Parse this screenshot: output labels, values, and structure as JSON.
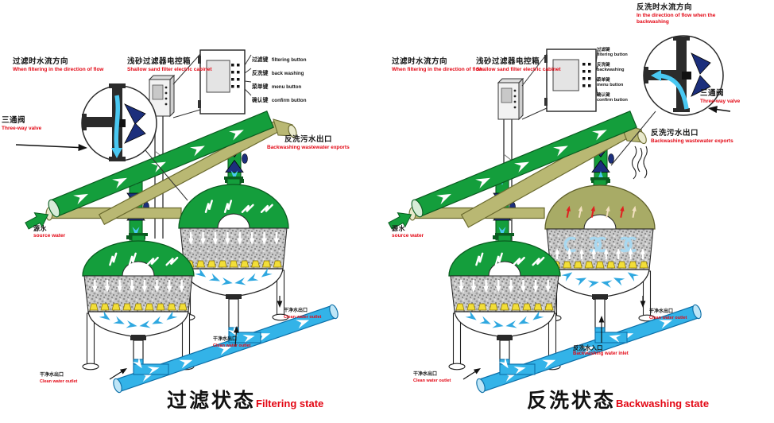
{
  "colors": {
    "pipe_green": "#149e3c",
    "pipe_green_dark": "#0a5c20",
    "pipe_green_light": "#d8ecd8",
    "pipe_olive": "#b9b873",
    "pipe_olive_dark": "#6b6b2f",
    "pipe_olive_light": "#e9e9cc",
    "pipe_blue": "#33b3e8",
    "pipe_blue_dark": "#0c6fa8",
    "pipe_blue_light": "#bfe6f7",
    "valve_navy": "#1c2f7c",
    "arrow_cyan": "#49c8f2",
    "bowl_arrow_blue": "#2fa8e0",
    "media_base": "#c9c9c9",
    "nozzle_yellow": "#f2de38",
    "nozzle_edge": "#8a7400",
    "backwash_dome": "#a8ab66",
    "backwash_dome_dark": "#5f5f2a",
    "backwash_arrow_red": "#e02020",
    "backwash_arrow_cream": "#f2e0c0",
    "swirl_blue": "#a8d8f0",
    "text_black": "#151515",
    "text_red": "#e30613",
    "line_black": "#222222",
    "steel": "#f2f2f2"
  },
  "panels": [
    {
      "name": "filtering",
      "caption": {
        "zh": "过滤状态",
        "en": "Filtering state"
      },
      "labels": {
        "flow_direction": {
          "zh": "过滤时水流方向",
          "en": "When filtering in the direction of flow"
        },
        "cabinet": {
          "zh": "浅砂过滤器电控箱",
          "en": "Shallow sand filter electric cabinet"
        },
        "three_way_valve": {
          "zh": "三通阀",
          "en": "Three-way valve"
        },
        "backwash_wastewater_outlet": {
          "zh": "反洗污水出口",
          "en": "Backwashing wastewater exports"
        },
        "source_water": {
          "zh": "源水",
          "en": "source water"
        },
        "clean_water_outlet_left": {
          "zh": "干净水出口",
          "en": "Clean water outlet"
        },
        "clean_water_outlet_mid": {
          "zh": "干净水出口",
          "en": "Clean water outlet"
        },
        "clean_water_outlet_right": {
          "zh": "干净水出口",
          "en": "Clean water outlet"
        }
      },
      "control_buttons": [
        {
          "zh": "过滤键",
          "en": "filtering button"
        },
        {
          "zh": "反洗键",
          "en": "back washing"
        },
        {
          "zh": "菜单键",
          "en": "menu button"
        },
        {
          "zh": "确认键",
          "en": "confirm button"
        }
      ]
    },
    {
      "name": "backwashing",
      "caption": {
        "zh": "反洗状态",
        "en": "Backwashing state"
      },
      "labels": {
        "flow_direction": {
          "zh": "过滤时水流方向",
          "en": "When filtering in the direction of flow"
        },
        "backwash_flow_direction": {
          "zh": "反洗时水流方向",
          "en": "In the direction of flow when the backwashing"
        },
        "cabinet": {
          "zh": "浅砂过滤器电控箱",
          "en": "Shallow sand filter electric cabinet"
        },
        "three_way_valve": {
          "zh": "三通阀",
          "en": "Three-way valve"
        },
        "backwash_wastewater_outlet": {
          "zh": "反洗污水出口",
          "en": "Backwashing wastewater exports"
        },
        "source_water": {
          "zh": "源水",
          "en": "source water"
        },
        "clean_water_outlet_left": {
          "zh": "干净水出口",
          "en": "Clean water outlet"
        },
        "backwash_water_inlet": {
          "zh": "反洗水入口",
          "en": "Backwashing water inlet"
        },
        "clean_water_outlet_right": {
          "zh": "干净水出口",
          "en": "Clean water outlet"
        }
      },
      "control_buttons": [
        {
          "zh": "过滤键",
          "en": "filtering button"
        },
        {
          "zh": "反洗键",
          "en": "backwashing"
        },
        {
          "zh": "菜单键",
          "en": "menu button"
        },
        {
          "zh": "确认键",
          "en": "confirm button"
        }
      ]
    }
  ]
}
